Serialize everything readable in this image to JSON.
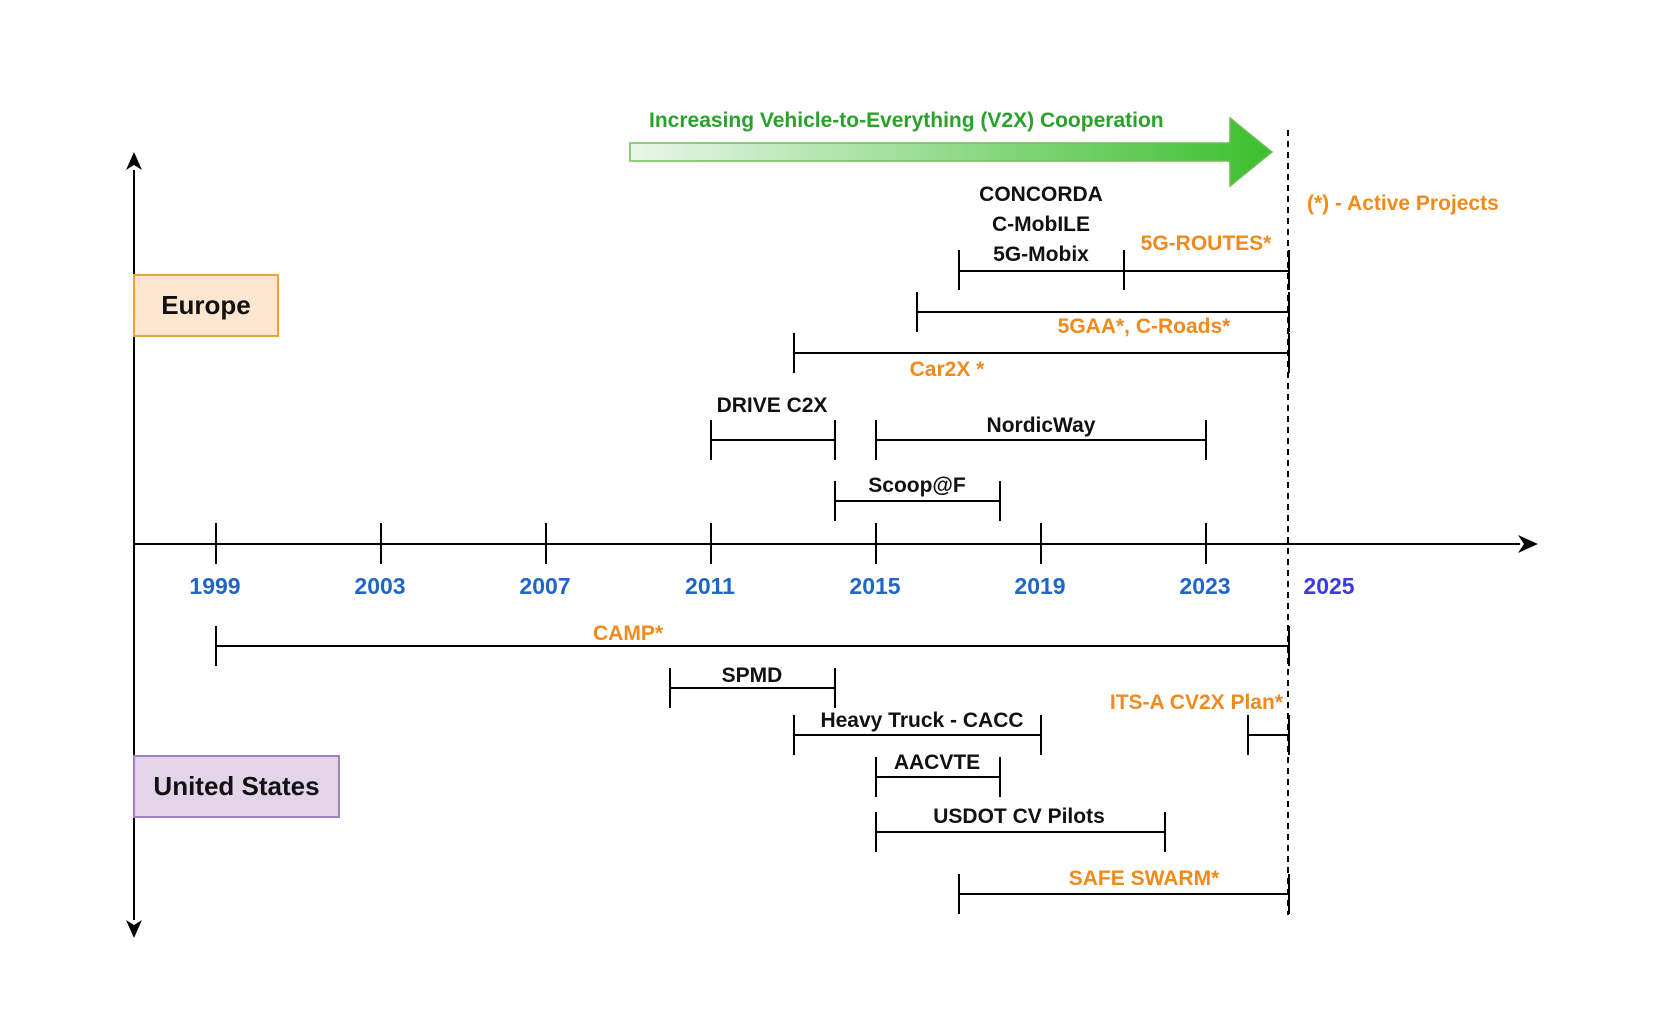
{
  "header": {
    "trend_label": "Increasing Vehicle-to-Everything (V2X) Cooperation",
    "legend_note": "(*) - Active Projects"
  },
  "regions": {
    "europe": "Europe",
    "united_states": "United States"
  },
  "axis": {
    "ticks": [
      "1999",
      "2003",
      "2007",
      "2011",
      "2015",
      "2019",
      "2023"
    ],
    "extra_label": "2025"
  },
  "europe_projects": {
    "concorda": "CONCORDA",
    "cmobile": "C-MobILE",
    "5gmobix": "5G-Mobix",
    "5groutes": "5G-ROUTES*",
    "5gaa": "5GAA*, C-Roads*",
    "car2x": "Car2X *",
    "drivec2x": "DRIVE C2X",
    "nordicway": "NordicWay",
    "scoop": "Scoop@F"
  },
  "us_projects": {
    "camp": "CAMP*",
    "spmd": "SPMD",
    "heavytruck": "Heavy Truck - CACC",
    "itsa": "ITS-A CV2X Plan*",
    "aacvte": "AACVTE",
    "usdot": "USDOT CV Pilots",
    "safeswarm": "SAFE SWARM*"
  },
  "colors": {
    "active": "#f08a1c",
    "inactive": "#111111",
    "year": "#1f66c8",
    "trend": "#2aa12a",
    "europe_fill": "#fde6cf",
    "europe_border": "#e8a33a",
    "us_fill": "#e3d4ea",
    "us_border": "#a57fbf"
  }
}
